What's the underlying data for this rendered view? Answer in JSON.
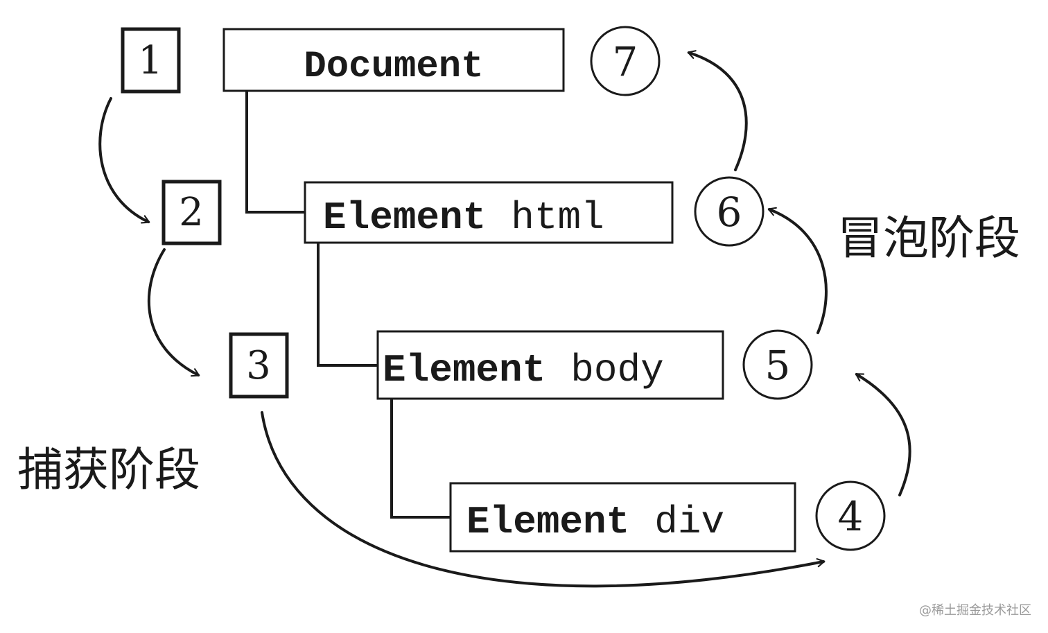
{
  "nodes": {
    "document": {
      "label": "Document",
      "tag": ""
    },
    "html": {
      "label": "Element",
      "tag": "html"
    },
    "body": {
      "label": "Element",
      "tag": "body"
    },
    "div": {
      "label": "Element",
      "tag": "div"
    }
  },
  "capture_steps": [
    "1",
    "2",
    "3"
  ],
  "bubble_steps": [
    "4",
    "5",
    "6",
    "7"
  ],
  "labels": {
    "capture_phase": "捕获阶段",
    "bubble_phase": "冒泡阶段"
  },
  "watermark": "@稀土掘金技术社区",
  "colors": {
    "stroke": "#1a1a1a",
    "background": "#ffffff",
    "watermark": "#9a9a9a"
  }
}
